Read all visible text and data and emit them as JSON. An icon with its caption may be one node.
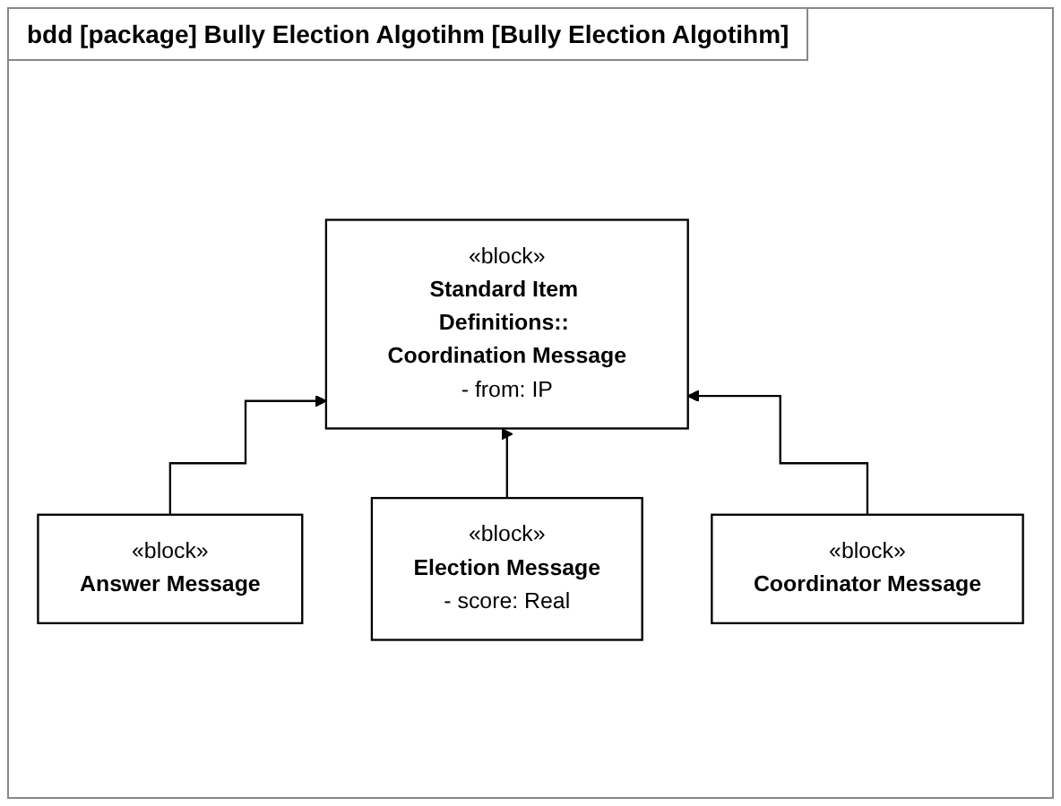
{
  "diagram": {
    "title": "bdd [package] Bully Election Algotihm [Bully Election Algotihm]",
    "nodes": [
      {
        "text": [
          "«block»",
          "Standard Item Definitions:: Coordination Message",
          "- from: IP"
        ]
      },
      {
        "text": [
          "«block»",
          "Answer Message"
        ]
      },
      {
        "text": [
          "«block»",
          "Election Message",
          "- score: Real"
        ]
      },
      {
        "text": [
          "«block»",
          "Coordinator Message"
        ]
      }
    ],
    "edges": [
      {
        "from": 1,
        "to": 0,
        "arrow": "to"
      },
      {
        "from": 2,
        "to": 0,
        "arrow": "to"
      },
      {
        "from": 3,
        "to": 0,
        "arrow": "to"
      }
    ]
  }
}
